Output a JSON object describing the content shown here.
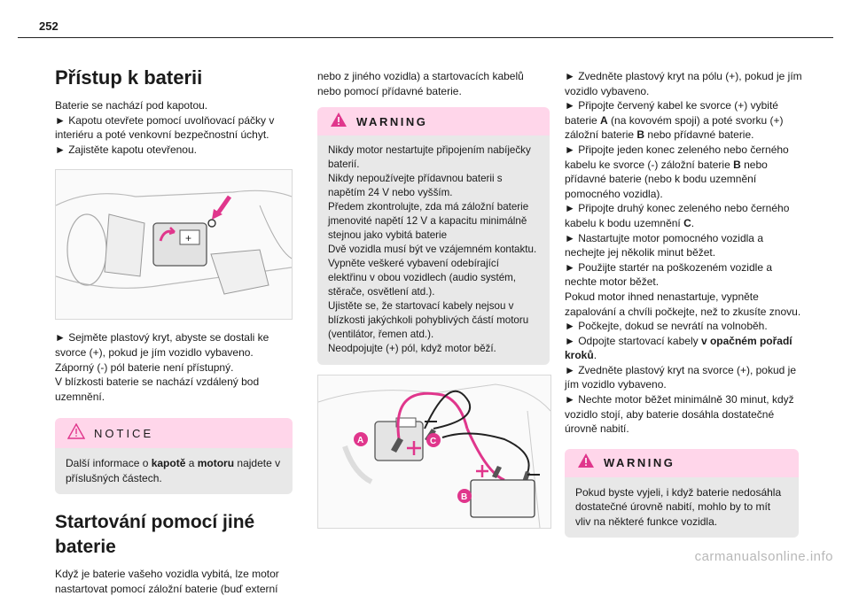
{
  "page_number": "252",
  "col1": {
    "title": "Přístup k baterii",
    "intro": "Baterie se nachází pod kapotou.\n► Kapotu otevřete pomocí uvolňovací páčky v interiéru a poté venkovní bezpečnostní úchyt.\n► Zajistěte kapotu otevřenou.",
    "after_image": "► Sejměte plastový kryt, abyste se dostali ke svorce (+), pokud je jím vozidlo vybaveno.\nZáporný (-) pól baterie není přístupný.\nV blízkosti baterie se nachází vzdálený bod uzemnění.",
    "notice": {
      "title": "NOTICE",
      "text_a": "Další informace o ",
      "bold_a": "kapotě",
      "text_b": " a ",
      "bold_b": "motoru",
      "text_c": " najdete v příslušných částech."
    },
    "title2": "Startování pomocí jiné baterie",
    "para2": "Když je baterie vašeho vozidla vybitá, lze motor nastartovat pomocí záložní baterie (buď externí"
  },
  "col2": {
    "para": "nebo z jiného vozidla) a startovacích kabelů nebo pomocí přídavné baterie.",
    "warning": {
      "title": "WARNING",
      "text": "Nikdy motor nestartujte připojením nabíječky baterií.\nNikdy nepoužívejte přídavnou baterii s napětím 24 V nebo vyšším.\nPředem zkontrolujte, zda má záložní baterie jmenovité napětí 12 V a kapacitu minimálně stejnou jako vybitá baterie\nDvě vozidla musí být ve vzájemném kontaktu.\nVypněte veškeré vybavení odebírající elektřinu v obou vozidlech (audio systém, stěrače, osvětlení atd.).\nUjistěte se, že startovací kabely nejsou v blízkosti jakýchkoli pohyblivých částí motoru (ventilátor, řemen atd.).\nNeodpojujte (+) pól, když motor běží."
    },
    "labels": {
      "a": "A",
      "b": "B",
      "c": "C"
    }
  },
  "col3": {
    "steps": [
      "► Zvedněte plastový kryt na pólu (+), pokud je jím vozidlo vybaveno.",
      "► Připojte červený kabel ke svorce (+) vybité baterie |A| (na kovovém spoji) a poté svorku (+) záložní baterie |B| nebo přídavné baterie.",
      "► Připojte jeden konec zeleného nebo černého kabelu ke svorce (-) záložní baterie |B| nebo přídavné baterie (nebo k bodu uzemnění pomocného vozidla).",
      "► Připojte druhý konec zeleného nebo černého kabelu k bodu uzemnění |C|.",
      "► Nastartujte motor pomocného vozidla a nechejte jej několik minut běžet.",
      "► Použijte startér na poškozeném vozidle a nechte motor běžet.",
      "Pokud motor ihned nenastartuje, vypněte zapalování a chvíli počkejte, než to zkusíte znovu.",
      "► Počkejte, dokud se nevrátí na volnoběh.",
      "► Odpojte startovací kabely |v opačném pořadí kroků|.",
      "► Zvedněte plastový kryt na svorce (+), pokud je jím vozidlo vybaveno.",
      "► Nechte motor běžet minimálně 30 minut, když vozidlo stojí, aby baterie dosáhla dostatečné úrovně nabití."
    ],
    "warning": {
      "title": "WARNING",
      "text": "Pokud byste vyjeli, i když baterie nedosáhla dostatečné úrovně nabití, mohlo by to mít vliv na některé funkce vozidla."
    }
  },
  "watermark": "carmanualsonline.info",
  "colors": {
    "accent": "#e0368c",
    "box_head": "#ffd6ea",
    "box_body": "#e8e8e8"
  }
}
